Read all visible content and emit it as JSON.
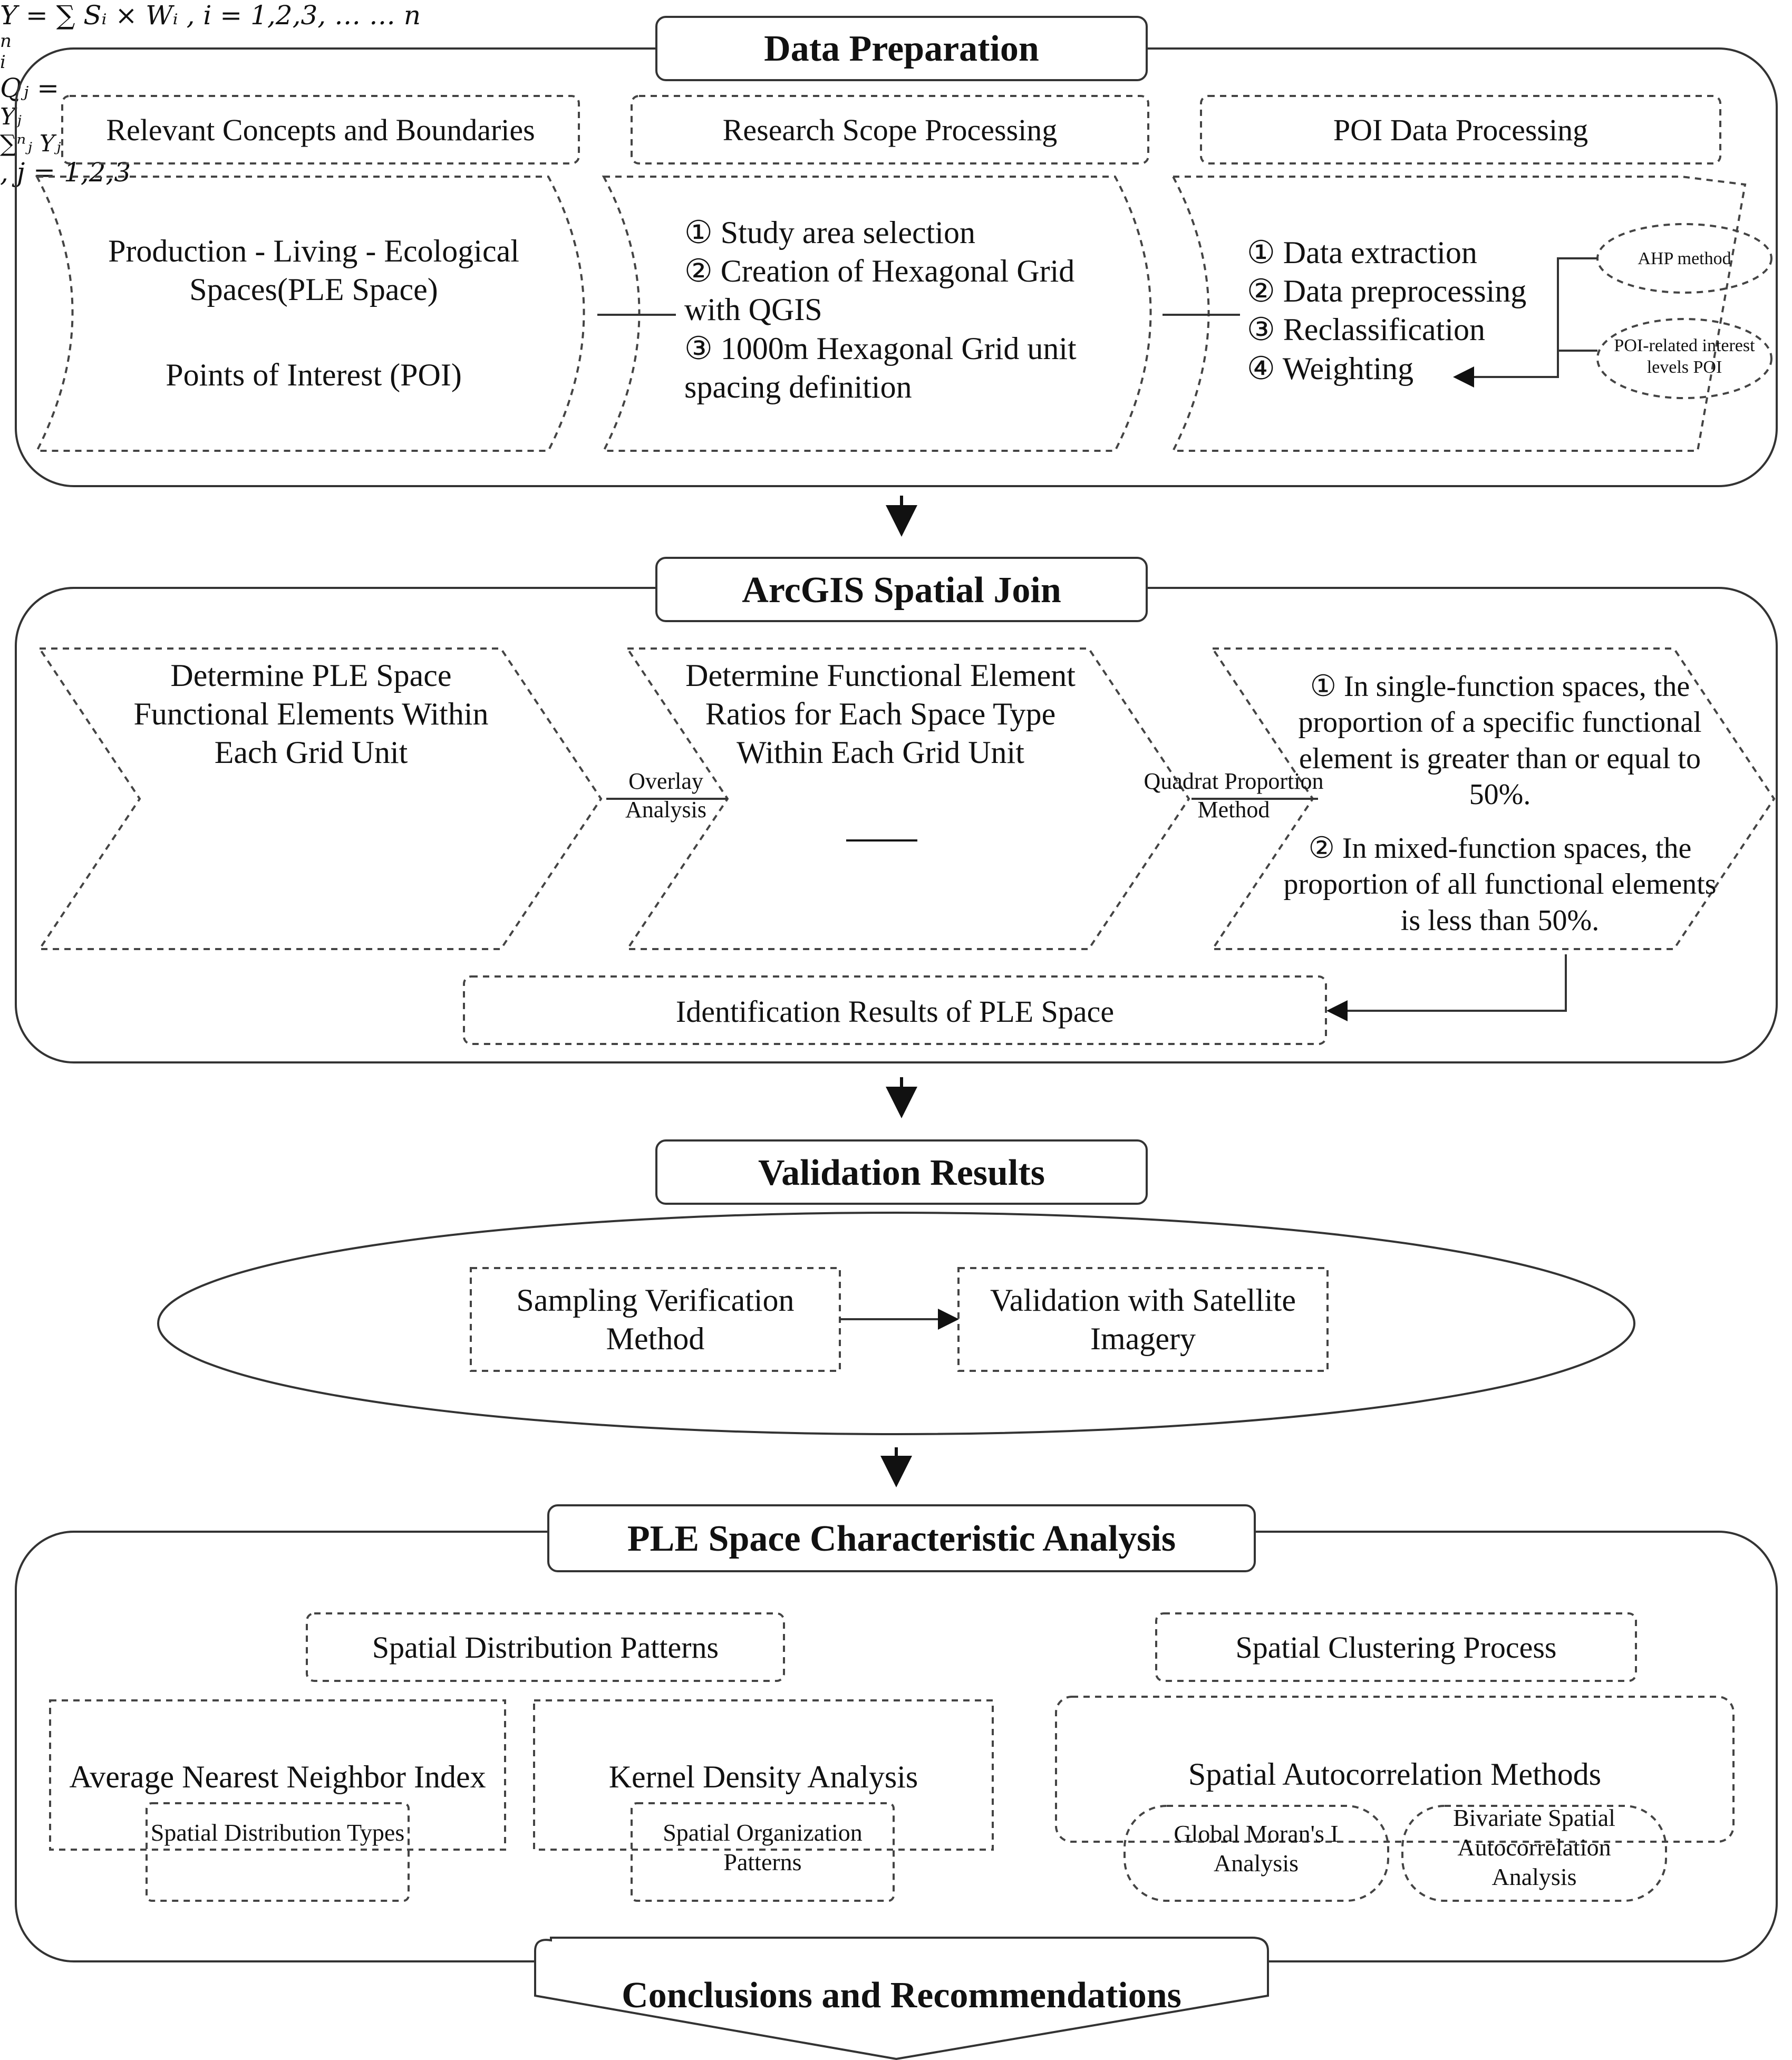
{
  "sections": {
    "data_preparation": {
      "title": "Data Preparation",
      "headers": [
        "Relevant Concepts and Boundaries",
        "Research Scope Processing",
        "POI Data Processing"
      ],
      "concepts": [
        "Production - Living - Ecological Spaces(PLE Space)",
        "Points of Interest (POI)"
      ],
      "scope_steps": [
        "① Study area selection",
        "② Creation of Hexagonal Grid with QGIS",
        "③ 1000m Hexagonal Grid unit spacing definition"
      ],
      "poi_steps": [
        "① Data extraction",
        "② Data preprocessing",
        "③ Reclassification",
        "④ Weighting"
      ],
      "ahp": "AHP method",
      "poi_levels": "POI-related interest levels POI"
    },
    "spatial_join": {
      "title": "ArcGIS Spatial Join",
      "step1": "Determine PLE Space Functional Elements Within Each Grid Unit",
      "formula1": "Y = ∑ Sᵢ × Wᵢ , i = 1,2,3, … … n",
      "formula1_top": "n",
      "formula1_bottom": "i",
      "link1": "Overlay Analysis",
      "step2": "Determine Functional Element Ratios for Each Space Type Within Each Grid Unit",
      "formula2_left": "Qⱼ =",
      "formula2_num": "Yⱼ",
      "formula2_den": "∑ⁿⱼ Yⱼ",
      "formula2_right": ", j = 1,2,3",
      "link2": "Quadrat Proportion Method",
      "rule1": "① In single-function spaces, the proportion of a specific functional element is greater than or equal to 50%.",
      "rule2": "② In mixed-function spaces, the proportion of all functional elements is less than 50%.",
      "result": "Identification Results of PLE Space"
    },
    "validation": {
      "title": "Validation Results",
      "method1": "Sampling Verification Method",
      "method2": "Validation with Satellite Imagery"
    },
    "characteristics": {
      "title": "PLE Space Characteristic Analysis",
      "distribution_header": "Spatial Distribution Patterns",
      "clustering_header": "Spatial Clustering Process",
      "ann": "Average Nearest Neighbor Index",
      "ann_sub": "Spatial Distribution Types",
      "kde": "Kernel Density Analysis",
      "kde_sub": "Spatial Organization Patterns",
      "autocorr": "Spatial Autocorrelation Methods",
      "moran": "Global Moran's I Analysis",
      "bivariate": "Bivariate Spatial Autocorrelation Analysis"
    },
    "conclusion": "Conclusions and Recommendations"
  }
}
